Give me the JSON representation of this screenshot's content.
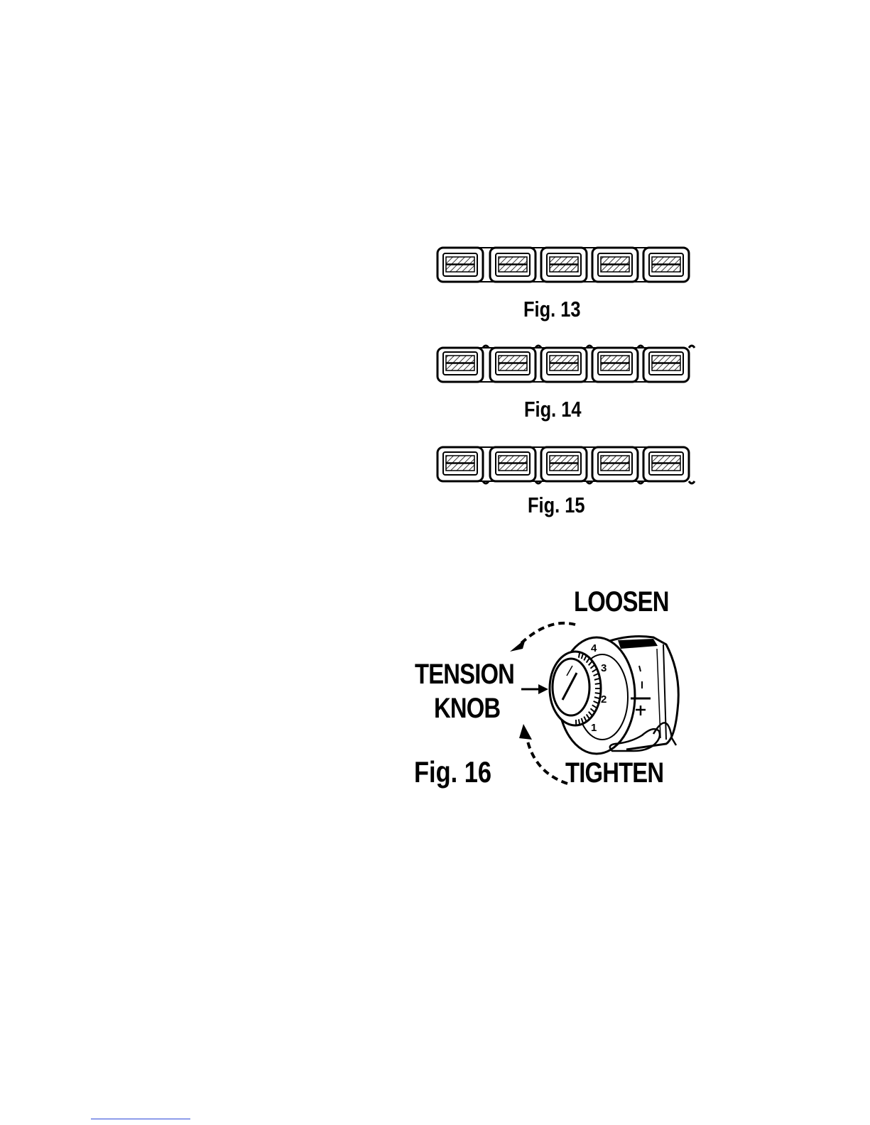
{
  "figures": {
    "fig13": {
      "caption": "Fig. 13"
    },
    "fig14": {
      "caption": "Fig. 14"
    },
    "fig15": {
      "caption": "Fig. 15"
    },
    "fig16": {
      "caption": "Fig. 16",
      "loosen": "LOOSEN",
      "tension_line1": "TENSION",
      "tension_line2": "KNOB",
      "tighten": "TIGHTEN",
      "dial_marks": [
        "4",
        "3",
        "2",
        "1"
      ]
    }
  },
  "colors": {
    "ink": "#000000",
    "paper": "#ffffff",
    "footer_rule": "#2a46d8"
  }
}
